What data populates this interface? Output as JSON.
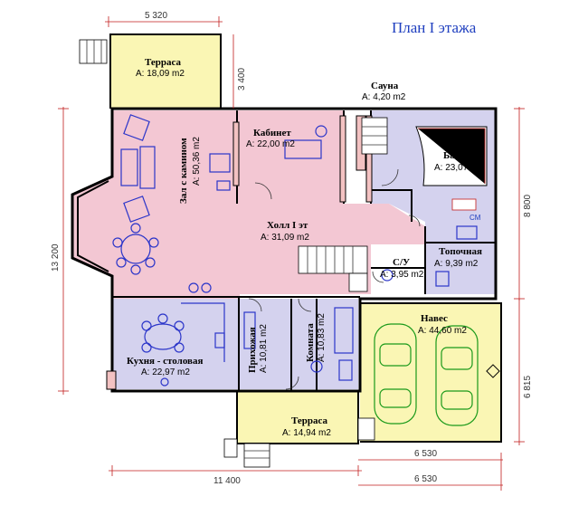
{
  "title": "План I этажа",
  "rooms": [
    {
      "name": "Терраса",
      "area": "A: 18,09 m2"
    },
    {
      "name": "Сауна",
      "area": "A: 4,20 m2"
    },
    {
      "name": "Кабинет",
      "area": "A: 22,00 m2"
    },
    {
      "name": "Бассейн",
      "area": "A: 23,07 m2"
    },
    {
      "name": "Зал с камином",
      "area": "A: 50,36 m2"
    },
    {
      "name": "Холл I эт",
      "area": "A: 31,09 m2"
    },
    {
      "name": "Топочная",
      "area": "A: 9,39 m2"
    },
    {
      "name": "С/У",
      "area": "A: 3,95 m2"
    },
    {
      "name": "Навес",
      "area": "A: 44,60 m2"
    },
    {
      "name": "Прихожая",
      "area": "A: 10,81 m2"
    },
    {
      "name": "Комната",
      "area": "A: 10,83 m2"
    },
    {
      "name": "Кухня - столовая",
      "area": "A: 22,97 m2"
    },
    {
      "name": "Терраса",
      "area": "A: 14,94 m2"
    }
  ],
  "dimensions": {
    "top_width": "5 320",
    "terrace_depth": "3 400",
    "left_height": "13 200",
    "right_upper": "8 800",
    "right_lower": "6 815",
    "bottom_total": "11 400",
    "carport_width_1": "6 530",
    "carport_width_2": "6 530"
  },
  "labels": {
    "boiler_tag": "СМ"
  },
  "colors": {
    "pink": "#f3c7d3",
    "lavender": "#d4d2ee",
    "terrace": "#faf6b4",
    "title": "#1f3fbf"
  }
}
